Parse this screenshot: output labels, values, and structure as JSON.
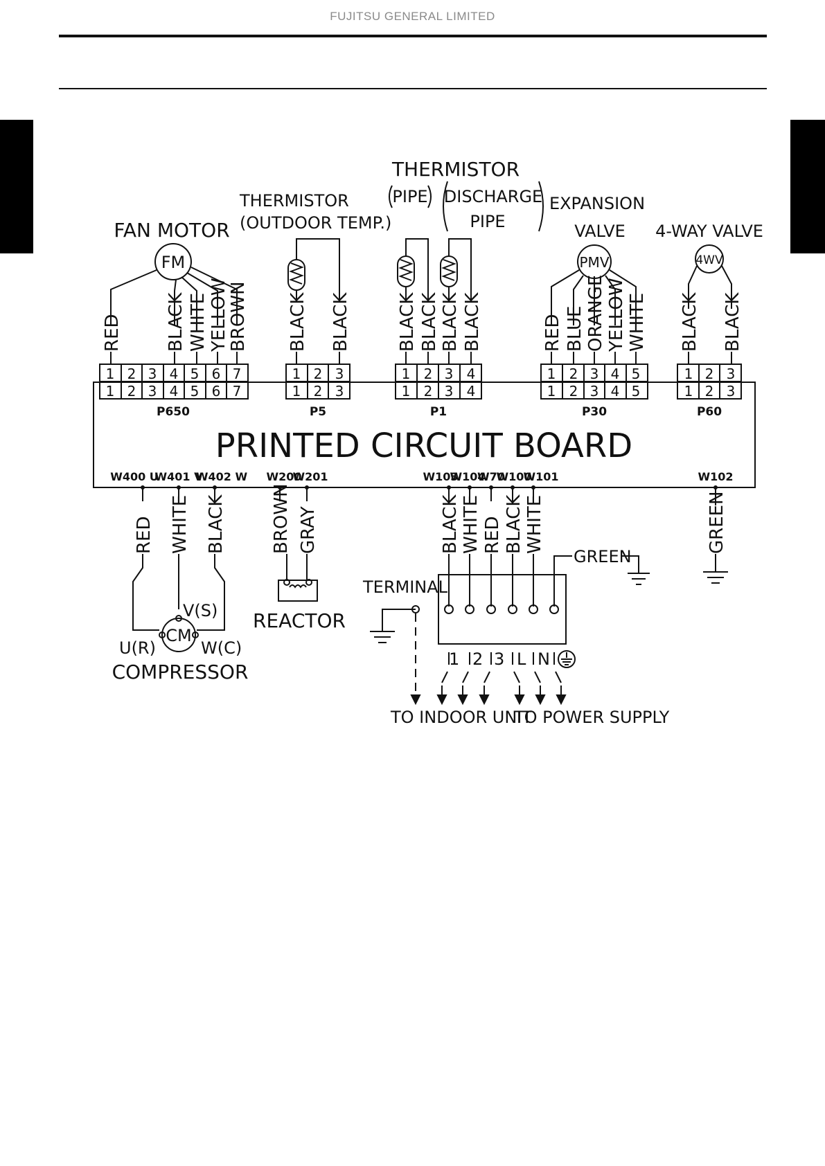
{
  "header": {
    "company": "FUJITSU GENERAL LIMITED"
  },
  "diagram": {
    "pcb_label": "PRINTED CIRCUIT BOARD",
    "fan_motor": {
      "title": "FAN MOTOR",
      "symbol": "FM",
      "connector": "P650",
      "wires": [
        "RED",
        "BLACK",
        "WHITE",
        "YELLOW",
        "BROWN"
      ],
      "pins": [
        "1",
        "2",
        "3",
        "4",
        "5",
        "6",
        "7"
      ]
    },
    "thermistor_outdoor": {
      "title_line1": "THERMISTOR",
      "title_line2": "(OUTDOOR TEMP.)",
      "connector": "P5",
      "wires": [
        "BLACK",
        "BLACK"
      ],
      "pins": [
        "1",
        "2",
        "3"
      ]
    },
    "thermistor_pipe": {
      "title": "THERMISTOR",
      "sub_pipe": "PIPE",
      "sub_discharge_line1": "DISCHARGE",
      "sub_discharge_line2": "PIPE",
      "connector": "P1",
      "wires": [
        "BLACK",
        "BLACK",
        "BLACK",
        "BLACK"
      ],
      "pins": [
        "1",
        "2",
        "3",
        "4"
      ]
    },
    "expansion_valve": {
      "title_line1": "EXPANSION",
      "title_line2": "VALVE",
      "symbol": "PMV",
      "connector": "P30",
      "wires": [
        "RED",
        "BLUE",
        "ORANGE",
        "YELLOW",
        "WHITE"
      ],
      "pins": [
        "1",
        "2",
        "3",
        "4",
        "5"
      ]
    },
    "four_way_valve": {
      "title": "4-WAY VALVE",
      "symbol": "4WV",
      "connector": "P60",
      "wires": [
        "BLACK",
        "BLACK"
      ],
      "pins": [
        "1",
        "2",
        "3"
      ]
    },
    "bottom_terminals": {
      "w400": "W400 U",
      "w401": "W401 V",
      "w402": "W402 W",
      "w200": "W200",
      "w201": "W201",
      "w103": "W103",
      "w104": "W104",
      "w70": "W70",
      "w100": "W100",
      "w101": "W101",
      "w102": "W102"
    },
    "compressor": {
      "title": "COMPRESSOR",
      "symbol": "CM",
      "u": "U(R)",
      "v": "V(S)",
      "w": "W(C)",
      "wires": [
        "RED",
        "WHITE",
        "BLACK"
      ]
    },
    "reactor": {
      "title": "REACTOR",
      "wires": [
        "BROWN",
        "GRAY"
      ]
    },
    "terminal": {
      "title": "TERMINAL",
      "wires": [
        "BLACK",
        "WHITE",
        "RED",
        "BLACK",
        "WHITE"
      ],
      "green": "GREEN",
      "labels": [
        "1",
        "2",
        "3",
        "L",
        "N"
      ],
      "to_indoor": "TO INDOOR UNIT",
      "to_power": "TO POWER SUPPLY"
    },
    "ground": {
      "wire": "GREEN"
    }
  }
}
